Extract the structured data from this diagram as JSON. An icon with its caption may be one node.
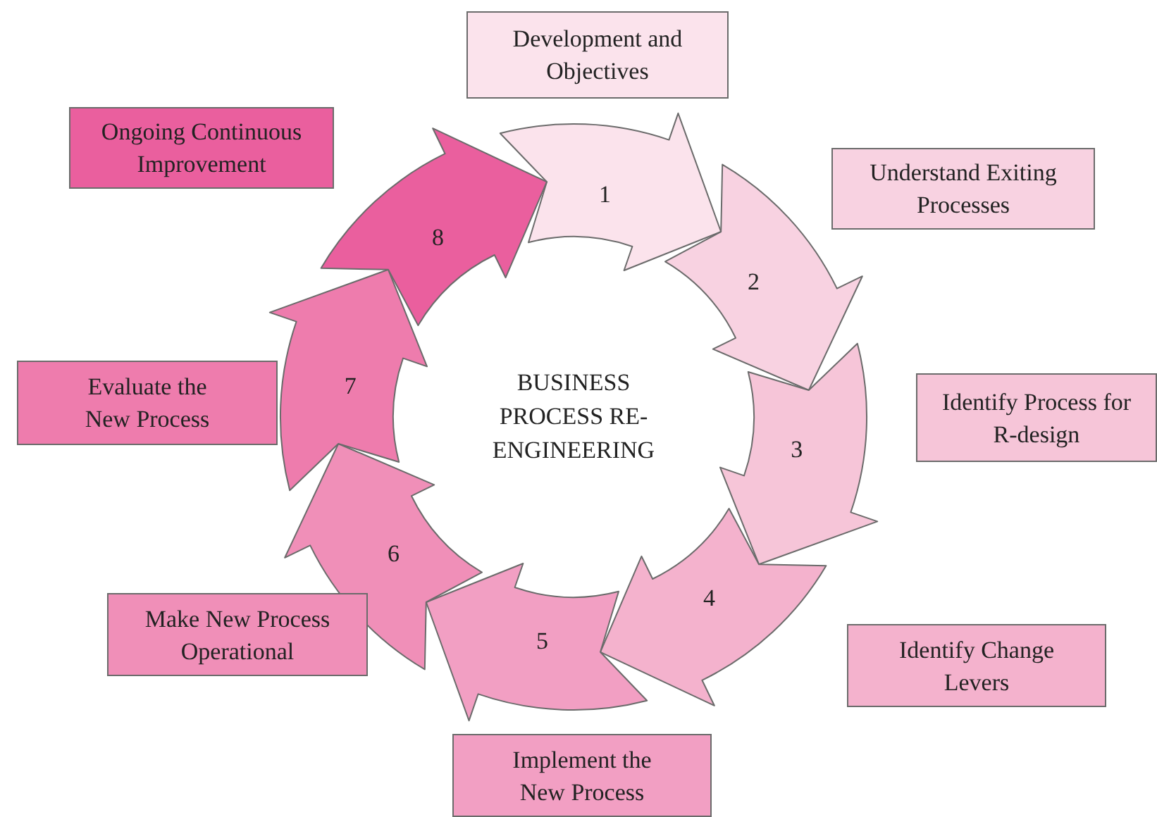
{
  "diagram": {
    "nodes": [
      {
        "text": [
          "1"
        ]
      },
      {
        "text": [
          "2"
        ]
      },
      {
        "text": [
          "3"
        ]
      },
      {
        "text": [
          "4"
        ]
      },
      {
        "text": [
          "5"
        ]
      },
      {
        "text": [
          "6"
        ]
      },
      {
        "text": [
          "7"
        ]
      },
      {
        "text": [
          "8"
        ]
      },
      {
        "text": [
          "Development and Objectives"
        ]
      },
      {
        "text": [
          "Understand Exiting Processes"
        ]
      },
      {
        "text": [
          "Identify Process for R-design"
        ]
      },
      {
        "text": [
          "Identify Change Levers"
        ]
      },
      {
        "text": [
          "Implement the New Process"
        ]
      },
      {
        "text": [
          "Make New Process Operational"
        ]
      },
      {
        "text": [
          "Evaluate the New Process"
        ]
      },
      {
        "text": [
          "Ongoing Continuous Improvement"
        ]
      }
    ],
    "labels": [
      "BUSINESS PROCESS RE-ENGINEERING"
    ]
  }
}
